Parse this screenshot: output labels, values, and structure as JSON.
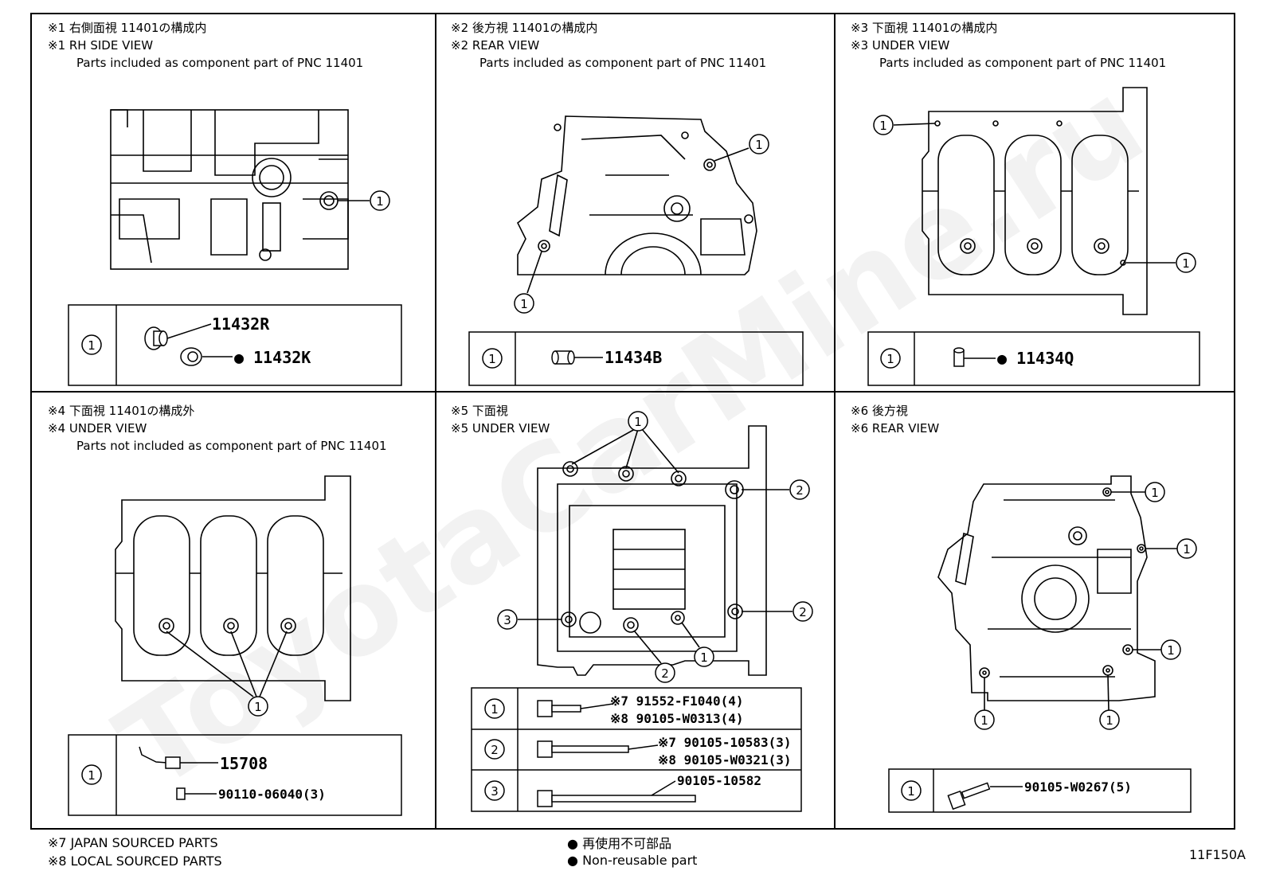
{
  "panels": [
    {
      "id": "p1",
      "title_jp": "※1 右側面視 11401の構成内",
      "title_en": "※1 RH SIDE VIEW",
      "note": "Parts included as component part of PNC 11401",
      "table": {
        "rows": [
          {
            "callout": "1",
            "parts": [
              "11432R",
              "● 11432K"
            ]
          }
        ]
      }
    },
    {
      "id": "p2",
      "title_jp": "※2 後方視 11401の構成内",
      "title_en": "※2 REAR VIEW",
      "note": "Parts included as component part of PNC 11401",
      "table": {
        "rows": [
          {
            "callout": "1",
            "parts": [
              "11434B"
            ]
          }
        ]
      }
    },
    {
      "id": "p3",
      "title_jp": "※3 下面視 11401の構成内",
      "title_en": "※3 UNDER VIEW",
      "note": "Parts included as component part of PNC 11401",
      "table": {
        "rows": [
          {
            "callout": "1",
            "parts": [
              "● 11434Q"
            ]
          }
        ]
      }
    },
    {
      "id": "p4",
      "title_jp": "※4 下面視 11401の構成外",
      "title_en": "※4 UNDER VIEW",
      "note": "Parts not included as component part of PNC 11401",
      "table": {
        "rows": [
          {
            "callout": "1",
            "parts": [
              "15708",
              "90110-06040(3)"
            ]
          }
        ]
      }
    },
    {
      "id": "p5",
      "title_jp": "※5 下面視",
      "title_en": "※5 UNDER VIEW",
      "note": "",
      "table": {
        "rows": [
          {
            "callout": "1",
            "parts": [
              "※7 91552-F1040(4)",
              "※8 90105-W0313(4)"
            ]
          },
          {
            "callout": "2",
            "parts": [
              "※7 90105-10583(3)",
              "※8 90105-W0321(3)"
            ]
          },
          {
            "callout": "3",
            "parts": [
              "90105-10582"
            ]
          }
        ]
      }
    },
    {
      "id": "p6",
      "title_jp": "※6 後方視",
      "title_en": "※6 REAR VIEW",
      "note": "",
      "table": {
        "rows": [
          {
            "callout": "1",
            "parts": [
              "90105-W0267(5)"
            ]
          }
        ]
      }
    }
  ],
  "callouts": {
    "one": "1",
    "two": "2",
    "three": "3"
  },
  "footer": {
    "note7": "※7 JAPAN SOURCED PARTS",
    "note8": "※8 LOCAL SOURCED PARTS",
    "legend_jp": "再使用不可部品",
    "legend_en": "Non-reusable part",
    "legend_symbol": "●",
    "code": "11F150A"
  },
  "watermark": "ToyotaCarMine.ru"
}
